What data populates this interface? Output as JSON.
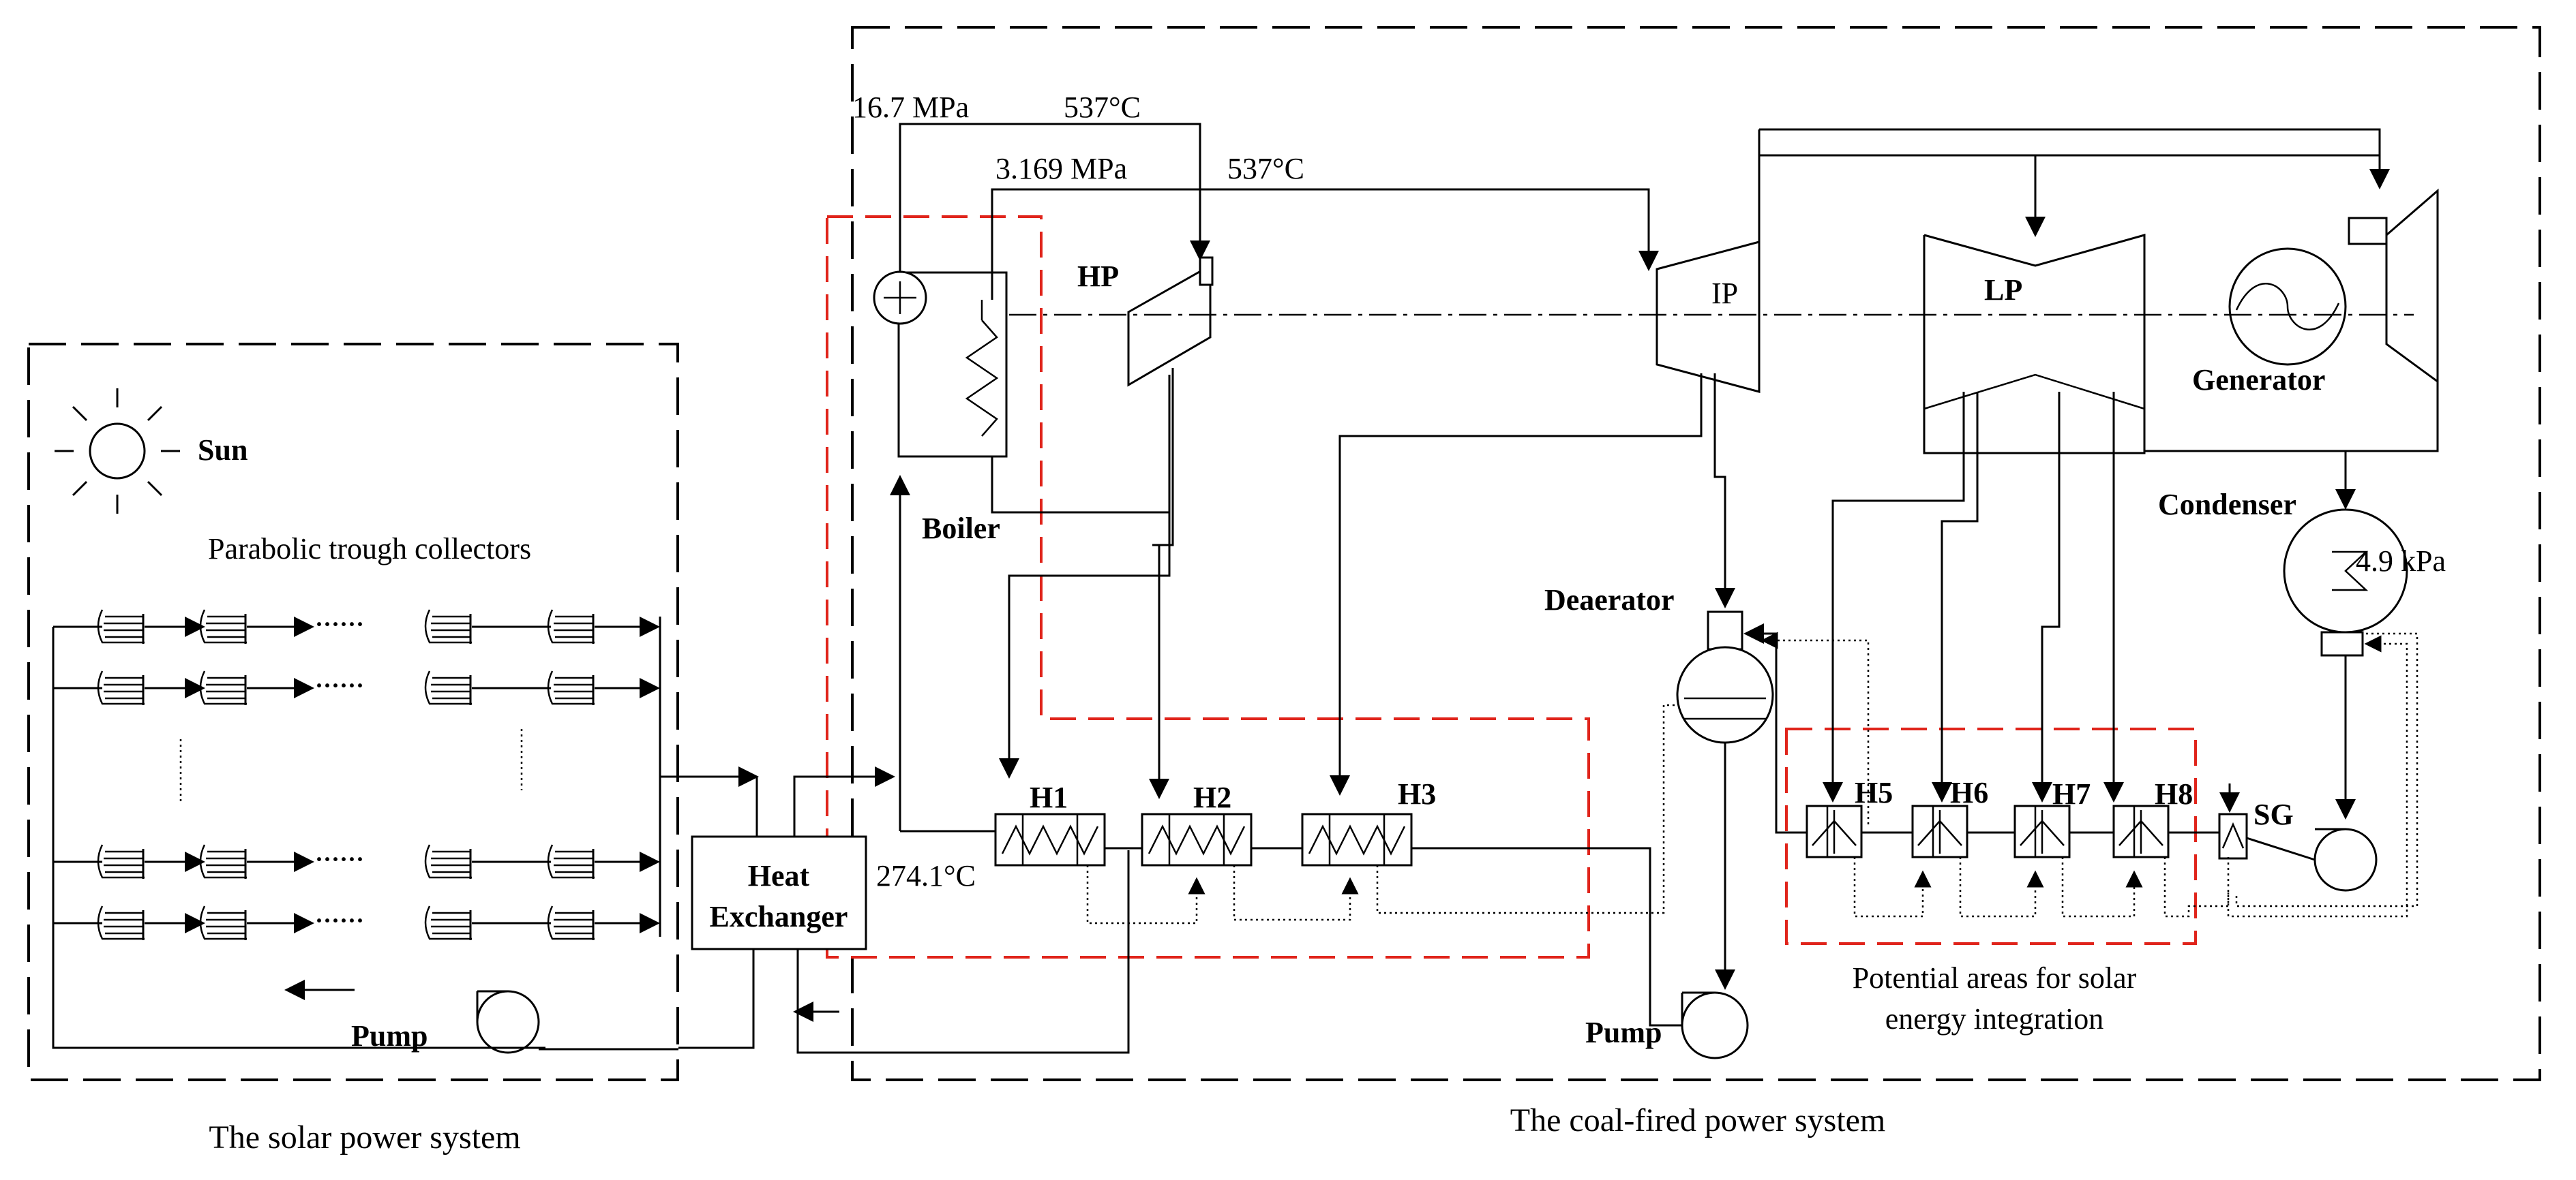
{
  "labels": {
    "p_main": "16.7 MPa",
    "t_main": "537°C",
    "p_reheat": "3.169 MPa",
    "t_reheat": "537°C",
    "hp": "HP",
    "ip": "IP",
    "lp": "LP",
    "generator": "Generator",
    "condenser": "Condenser",
    "p_cond": "4.9 kPa",
    "boiler": "Boiler",
    "deaerator": "Deaerator",
    "sun": "Sun",
    "collectors": "Parabolic trough collectors",
    "heat_exchanger_1": "Heat",
    "heat_exchanger_2": "Exchanger",
    "t_fw": "274.1°C",
    "h1": "H1",
    "h2": "H2",
    "h3": "H3",
    "h5": "H5",
    "h6": "H6",
    "h7": "H7",
    "h8": "H8",
    "sg": "SG",
    "pump_solar": "Pump",
    "pump_coal": "Pump",
    "potential_1": "Potential areas for solar",
    "potential_2": "energy integration",
    "solar_system": "The solar power system",
    "coal_system": "The coal-fired power system",
    "dots": "······"
  },
  "colors": {
    "highlight": "#e0241b",
    "line": "#000000"
  }
}
